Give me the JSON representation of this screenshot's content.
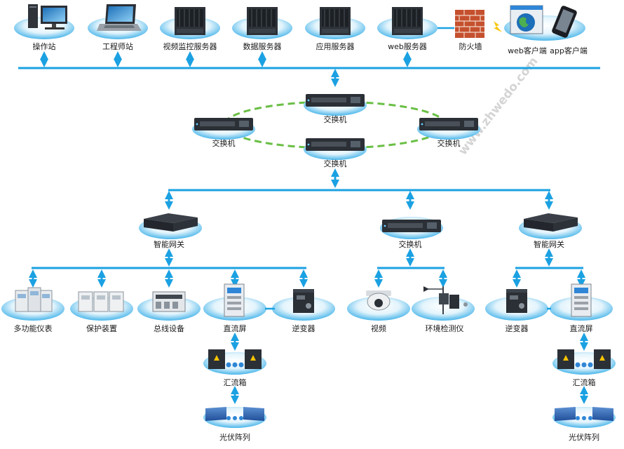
{
  "watermark": "www.zhwedo.com",
  "colors": {
    "bus": "#1ba1e2",
    "arrow": "#1ba1e2",
    "ellipse_light": "#e8f6fd",
    "ellipse_dark": "#3ab0ea",
    "ring": "#6abf45",
    "device_dark": "#2b2f36",
    "device_panel": "#e9ecef",
    "firewall": "#c5502e",
    "lightning": "#f7c400"
  },
  "top": {
    "operator_station": "操作站",
    "engineer_station": "工程师站",
    "video_server": "视频监控服务器",
    "data_server": "数据服务器",
    "app_server": "应用服务器",
    "web_server": "web服务器",
    "firewall": "防火墙",
    "web_client": "web客户端",
    "app_client": "app客户端"
  },
  "core": {
    "switch_top": "交换机",
    "switch_left": "交换机",
    "switch_right": "交换机",
    "switch_bottom": "交换机"
  },
  "middle": {
    "gateway_left": "智能网关",
    "switch_center": "交换机",
    "gateway_right": "智能网关"
  },
  "field": {
    "multifunction_meter": "多功能仪表",
    "protection_device": "保护装置",
    "bus_device": "总线设备",
    "dc_panel_left": "直流屏",
    "inverter_left": "逆变器",
    "video": "视频",
    "env_monitor": "环境检测仪",
    "inverter_right": "逆变器",
    "dc_panel_right": "直流屏"
  },
  "bottom": {
    "combiner_left": "汇流箱",
    "pv_left": "光伏阵列",
    "combiner_right": "汇流箱",
    "pv_right": "光伏阵列"
  }
}
